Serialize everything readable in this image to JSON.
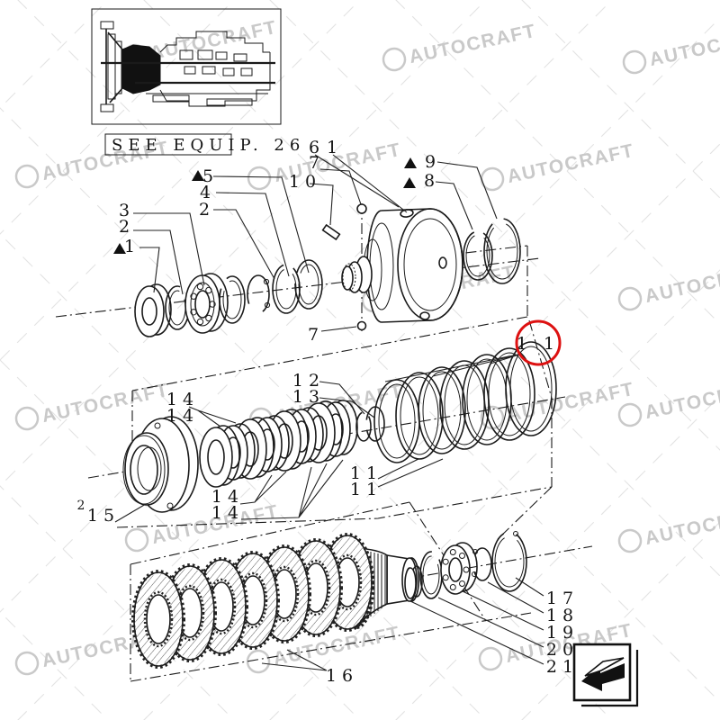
{
  "inset": {
    "equip_label": "SEE EQUIP. 26",
    "description": "transmission-side-view-schematic"
  },
  "watermark": {
    "text": "AUTOCRAFT",
    "logo": "circle-logo",
    "color": "#c9c9c9"
  },
  "highlight": {
    "label": "1 1",
    "color": "#dd1111",
    "shape": "circle"
  },
  "glyphs": {
    "triangle": "▲"
  },
  "corner_icon": {
    "name": "page-return-arrow"
  },
  "callouts": [
    {
      "part": "6",
      "label": "6"
    },
    {
      "part": "1",
      "label": "1"
    },
    {
      "part": "7",
      "label": "7"
    },
    {
      "part": "10",
      "label": "1 0"
    },
    {
      "part": "5",
      "label": "5"
    },
    {
      "part": "4",
      "label": "4"
    },
    {
      "part": "2",
      "label": "2"
    },
    {
      "part": "3",
      "label": "3"
    },
    {
      "part": "2",
      "label": "2"
    },
    {
      "part": "1",
      "label": "1"
    },
    {
      "part": "9",
      "label": "9"
    },
    {
      "part": "8",
      "label": "8"
    },
    {
      "part": "7",
      "label": "7"
    },
    {
      "part": "14",
      "label": "1 4"
    },
    {
      "part": "14",
      "label": "1 4"
    },
    {
      "part": "12",
      "label": "1 2"
    },
    {
      "part": "13",
      "label": "1 3"
    },
    {
      "part": "14",
      "label": "1 4"
    },
    {
      "part": "14",
      "label": "1 4"
    },
    {
      "part": "11",
      "label": "1 1"
    },
    {
      "part": "11",
      "label": "1 1"
    },
    {
      "part": "2",
      "label": "2"
    },
    {
      "part": "15",
      "label": "1 5"
    },
    {
      "part": "11",
      "label": "1 1"
    },
    {
      "part": "16",
      "label": "1 6"
    },
    {
      "part": "17",
      "label": "1 7"
    },
    {
      "part": "18",
      "label": "1 8"
    },
    {
      "part": "19",
      "label": "1 9"
    },
    {
      "part": "20",
      "label": "2 0"
    },
    {
      "part": "21",
      "label": "2 1"
    }
  ]
}
